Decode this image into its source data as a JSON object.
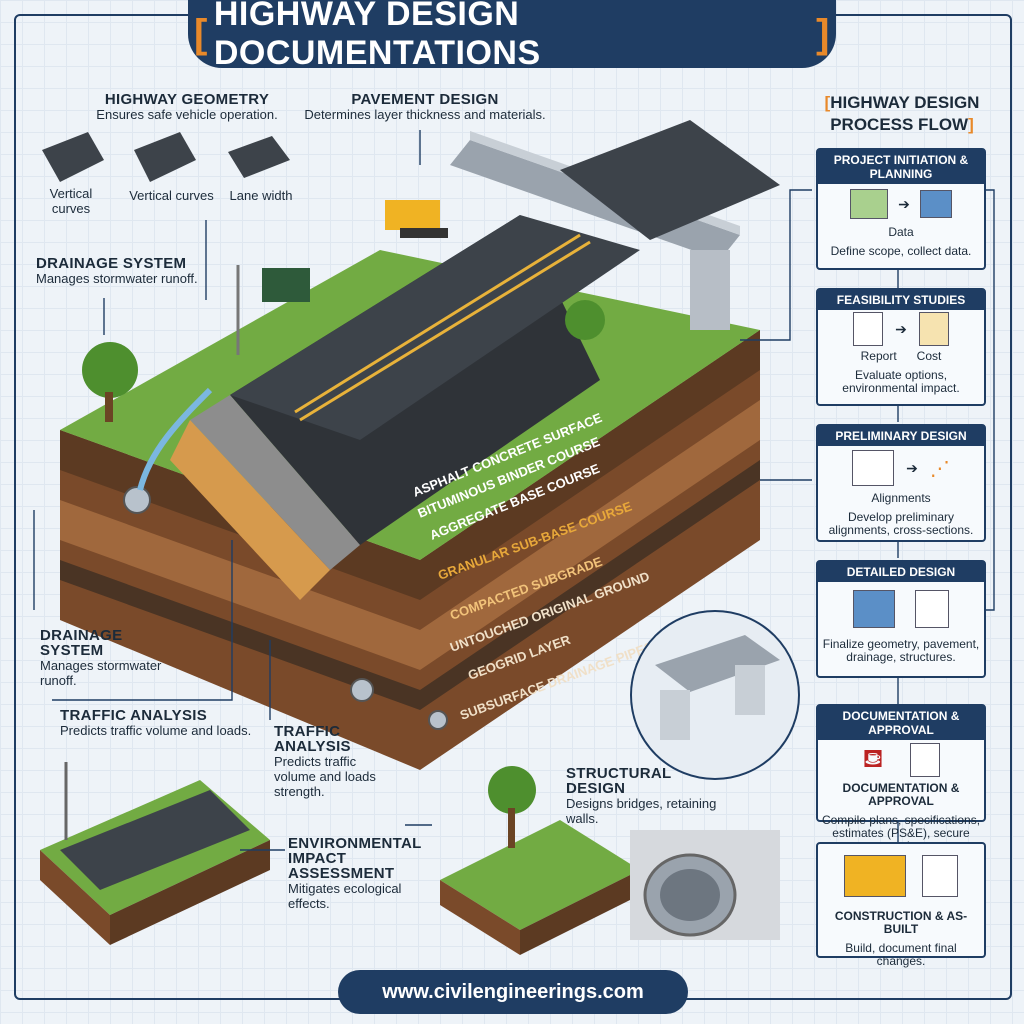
{
  "title": "HIGHWAY DESIGN DOCUMENTATIONS",
  "footer": "www.civilengineerings.com",
  "geometry": {
    "heading": "HIGHWAY GEOMETRY",
    "desc": "Ensures safe vehicle operation.",
    "items": [
      "Vertical curves",
      "Vertical curves",
      "Lane width"
    ]
  },
  "pavement": {
    "heading": "PAVEMENT DESIGN",
    "desc": "Determines layer thickness and materials."
  },
  "drainage_top": {
    "heading": "DRAINAGE SYSTEM",
    "desc": "Manages stormwater runoff."
  },
  "drainage_left": {
    "heading": "DRAINAGE SYSTEM",
    "desc": "Manages stormwater runoff."
  },
  "traffic_left": {
    "heading": "TRAFFIC ANALYSIS",
    "desc": "Predicts traffic volume and loads."
  },
  "traffic_mid": {
    "heading": "TRAFFIC ANALYSIS",
    "desc": "Predicts traffic volume and loads strength."
  },
  "environmental": {
    "heading": "ENVIRONMENTAL IMPACT ASSESSMENT",
    "desc": "Mitigates ecological effects."
  },
  "structural": {
    "heading": "STRUCTURAL DESIGN",
    "desc": "Designs bridges, retaining walls."
  },
  "layers": [
    "ASPHALT CONCRETE SURFACE",
    "BITUMINOUS BINDER COURSE",
    "AGGREGATE BASE COURSE",
    "GRANULAR SUB-BASE COURSE",
    "COMPACTED SUBGRADE",
    "UNTOUCHED ORIGINAL GROUND",
    "GEOGRID LAYER",
    "SUBSURFACE DRAINAGE PIPES"
  ],
  "process": {
    "title": "HIGHWAY DESIGN PROCESS FLOW",
    "steps": [
      {
        "head": "PROJECT INITIATION & PLANNING",
        "icon_label": "Data",
        "desc": "Define scope, collect data."
      },
      {
        "head": "FEASIBILITY STUDIES",
        "icon_label": "Report      Cost",
        "desc": "Evaluate options, environmental impact."
      },
      {
        "head": "PRELIMINARY DESIGN",
        "icon_label": "Alignments",
        "desc": "Develop preliminary alignments, cross-sections."
      },
      {
        "head": "DETAILED DESIGN",
        "icon_label": "",
        "desc": "Finalize geometry, pavement, drainage, structures."
      },
      {
        "head": "DOCUMENTATION & APPROVAL",
        "icon_label": "DOCUMENTATION & APPROVAL",
        "desc": "Compile plans, specifications, estimates (PS&E), secure permits."
      },
      {
        "head": "",
        "icon_label": "CONSTRUCTION & AS-BUILT",
        "desc": "Build, document final changes."
      }
    ]
  },
  "colors": {
    "navy": "#1f3d63",
    "accent": "#e8892a",
    "asphalt": "#3a3f45",
    "grass": "#6fa83e",
    "soil": "#8b5a35"
  }
}
